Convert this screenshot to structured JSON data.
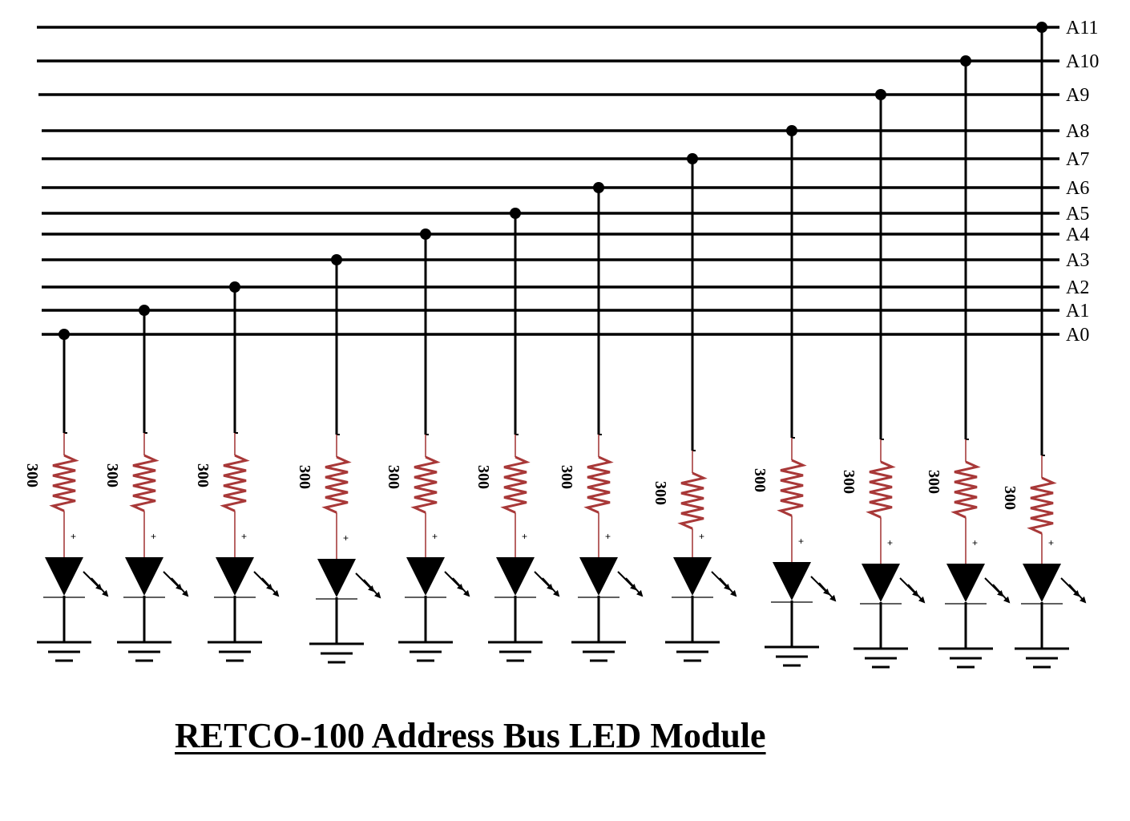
{
  "title": "RETCO-100 Address Bus LED Module",
  "bus_lines": [
    "A11",
    "A10",
    "A9",
    "A8",
    "A7",
    "A6",
    "A5",
    "A4",
    "A3",
    "A2",
    "A1",
    "A0"
  ],
  "channels": [
    {
      "bus": "A0",
      "resistor": "300",
      "polarity": "+"
    },
    {
      "bus": "A1",
      "resistor": "300",
      "polarity": "+"
    },
    {
      "bus": "A2",
      "resistor": "300",
      "polarity": "+"
    },
    {
      "bus": "A3",
      "resistor": "300",
      "polarity": "+"
    },
    {
      "bus": "A4",
      "resistor": "300",
      "polarity": "+"
    },
    {
      "bus": "A5",
      "resistor": "300",
      "polarity": "+"
    },
    {
      "bus": "A6",
      "resistor": "300",
      "polarity": "+"
    },
    {
      "bus": "A7",
      "resistor": "300",
      "polarity": "+"
    },
    {
      "bus": "A8",
      "resistor": "300",
      "polarity": "+"
    },
    {
      "bus": "A9",
      "resistor": "300",
      "polarity": "+"
    },
    {
      "bus": "A10",
      "resistor": "300",
      "polarity": "+"
    },
    {
      "bus": "A11",
      "resistor": "300",
      "polarity": "+"
    }
  ],
  "colors": {
    "wire": "#000000",
    "resistor": "#a83838",
    "background": "#ffffff"
  }
}
